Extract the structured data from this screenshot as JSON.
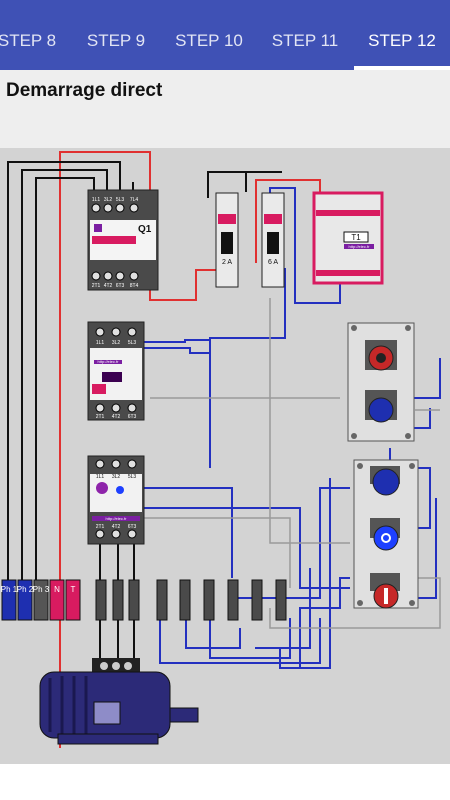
{
  "tabs": [
    {
      "label": "STEP 8",
      "selected": false
    },
    {
      "label": "STEP 9",
      "selected": false
    },
    {
      "label": "STEP 10",
      "selected": false
    },
    {
      "label": "STEP 11",
      "selected": false
    },
    {
      "label": "STEP 12",
      "selected": true
    }
  ],
  "colors": {
    "appbar": "#3f51b5",
    "diagram_bg": "#d3d3d3",
    "wire_red": "#e03030",
    "wire_blue": "#2330c0",
    "wire_black": "#101010",
    "wire_gray": "#9a9a9a",
    "device_pink": "#d81b60",
    "motor_blue": "#2c2a78"
  },
  "page": {
    "title": "Demarrage direct"
  },
  "diagram": {
    "q1": {
      "label": "Q1",
      "top_terminals": [
        "1L1",
        "3L2",
        "5L3",
        "7L4"
      ],
      "bottom_terminals": [
        "2T1",
        "4T2",
        "6T3",
        "8T4"
      ]
    },
    "breaker1": {
      "label": "2 A"
    },
    "breaker2": {
      "label": "6 A"
    },
    "transformer": {
      "label": "T1",
      "url": "http://elec.fr"
    },
    "contactor": {
      "top_terminals": [
        "1L1",
        "3L2",
        "5L3"
      ],
      "bottom_terminals": [
        "2T1",
        "4T2",
        "6T3"
      ],
      "url": "http://elec.fr"
    },
    "relay": {
      "top_terminals": [
        "1L1",
        "3L2",
        "5L3"
      ],
      "bottom_terminals": [
        "2T1",
        "4T2",
        "6T3"
      ],
      "url": "http://elec.fr"
    },
    "supply_terminals": [
      "Ph 1",
      "Ph 2",
      "Ph 3",
      "N",
      "T"
    ]
  }
}
